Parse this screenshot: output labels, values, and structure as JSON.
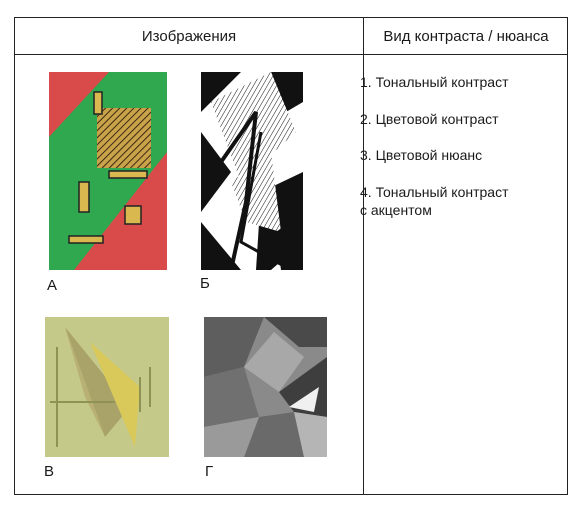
{
  "table": {
    "header_images": "Изображения",
    "header_type": "Вид контраста / нюанса"
  },
  "options": [
    "1. Тональный контраст",
    "2. Цветовой контраст",
    "3. Цветовой нюанс",
    "4. Тональный контраст",
    "с акцентом"
  ],
  "images": [
    {
      "caption": "А"
    },
    {
      "caption": "Б"
    },
    {
      "caption": "В"
    },
    {
      "caption": "Г"
    }
  ]
}
